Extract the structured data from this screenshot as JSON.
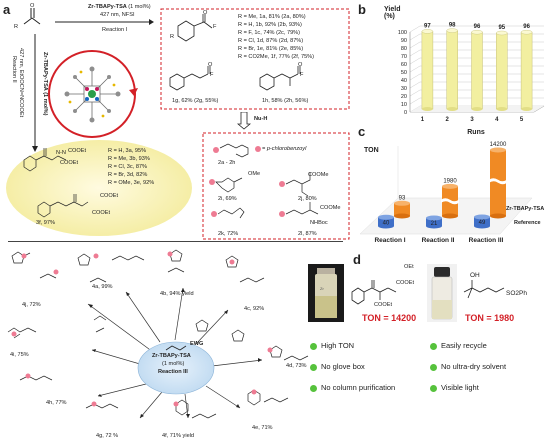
{
  "panels": [
    "a",
    "b",
    "c",
    "d"
  ],
  "panel_a": {
    "reagent_top": "Zr-TBAPy-TSA",
    "reagent_top_loading": "(1 mol%)",
    "conditions_top": "427 nm, NFSI",
    "reaction1": "Reaction I",
    "reagent_side": "Zr-TBAPy-TSA (1 mol%)",
    "conditions_side": "427 nm, EtOOCN=NCOOEt",
    "reaction2": "Reaction II",
    "nu_h": "Nu-H",
    "sm_label": "R",
    "products_reaction1": [
      "R = Me, 1a, 81% (2a, 80%)",
      "R = H, 1b, 92% (2b, 93%)",
      "R = F, 1c, 74% (2c, 79%)",
      "R = Cl, 1d, 87% (2d, 87%)",
      "R = Br, 1e, 81% (2e, 85%)",
      "R = CO2Me, 1f, 77% (2f, 75%)"
    ],
    "product_1g": "1g, 62% (2g, 55%)",
    "product_1h": "1h, 58% (2h, 56%)",
    "products_reaction2": [
      "R = H, 3a, 95%",
      "R = Me, 3b, 93%",
      "R = Cl, 3c, 87%",
      "R = Br, 3d, 82%",
      "R = OMe, 3e, 92%"
    ],
    "product_3f": "3f, 97%",
    "nu_products": {
      "range": "2a - 2h",
      "legend": "= p-chlorobenzoyl",
      "p2i": "2i, 69%",
      "p2j": "2j, 80%",
      "p2k": "2k, 72%",
      "p2l": "2l, 87%"
    },
    "reaction3": {
      "center_reagent": "Zr-TBAPy-TSA",
      "center_loading": "(1 mol%)",
      "center_reaction": "Reaction III",
      "ewg": "EWG",
      "products": [
        "4j, 72%",
        "4a, 99%",
        "4b, 94% yield",
        "4c, 92%",
        "4i, 75%",
        "4d, 73%",
        "4h, 77%",
        "4g, 72 %",
        "4f, 71% yield",
        "4e, 71%"
      ]
    }
  },
  "panel_b": {
    "chart_data": {
      "type": "bar",
      "title": "",
      "xlabel": "Runs",
      "ylabel": "Yield (%)",
      "categories": [
        "1",
        "2",
        "3",
        "4",
        "5"
      ],
      "values": [
        97,
        98,
        96,
        95,
        96
      ],
      "ylim": [
        0,
        100
      ],
      "yticks": [
        0,
        10,
        20,
        30,
        40,
        50,
        60,
        70,
        80,
        90,
        100
      ],
      "bar_color": "#f2efa0"
    }
  },
  "panel_c": {
    "chart_data": {
      "type": "bar",
      "title": "",
      "ylabel": "TON",
      "categories": [
        "Reaction I",
        "Reaction II",
        "Reaction III"
      ],
      "series": [
        {
          "name": "Zr-TBAPy-TSA",
          "values": [
            93,
            1980,
            14200
          ],
          "color": "#f08a24"
        },
        {
          "name": "Reference",
          "values": [
            40,
            21,
            49
          ],
          "color": "#3f6fc8"
        }
      ]
    }
  },
  "panel_d": {
    "ton1": "TON = 14200",
    "ton2": "TON = 1980",
    "sub_oet": "OEt",
    "sub_cooet1": "COOEt",
    "sub_cooet2": "COOEt",
    "sub_oh": "OH",
    "sub_so2ph": "SO2Ph",
    "advantages": [
      "High TON",
      "Easily recycle",
      "No glove box",
      "No ultra-dry solvent",
      "No column purification",
      "Visible light"
    ]
  }
}
